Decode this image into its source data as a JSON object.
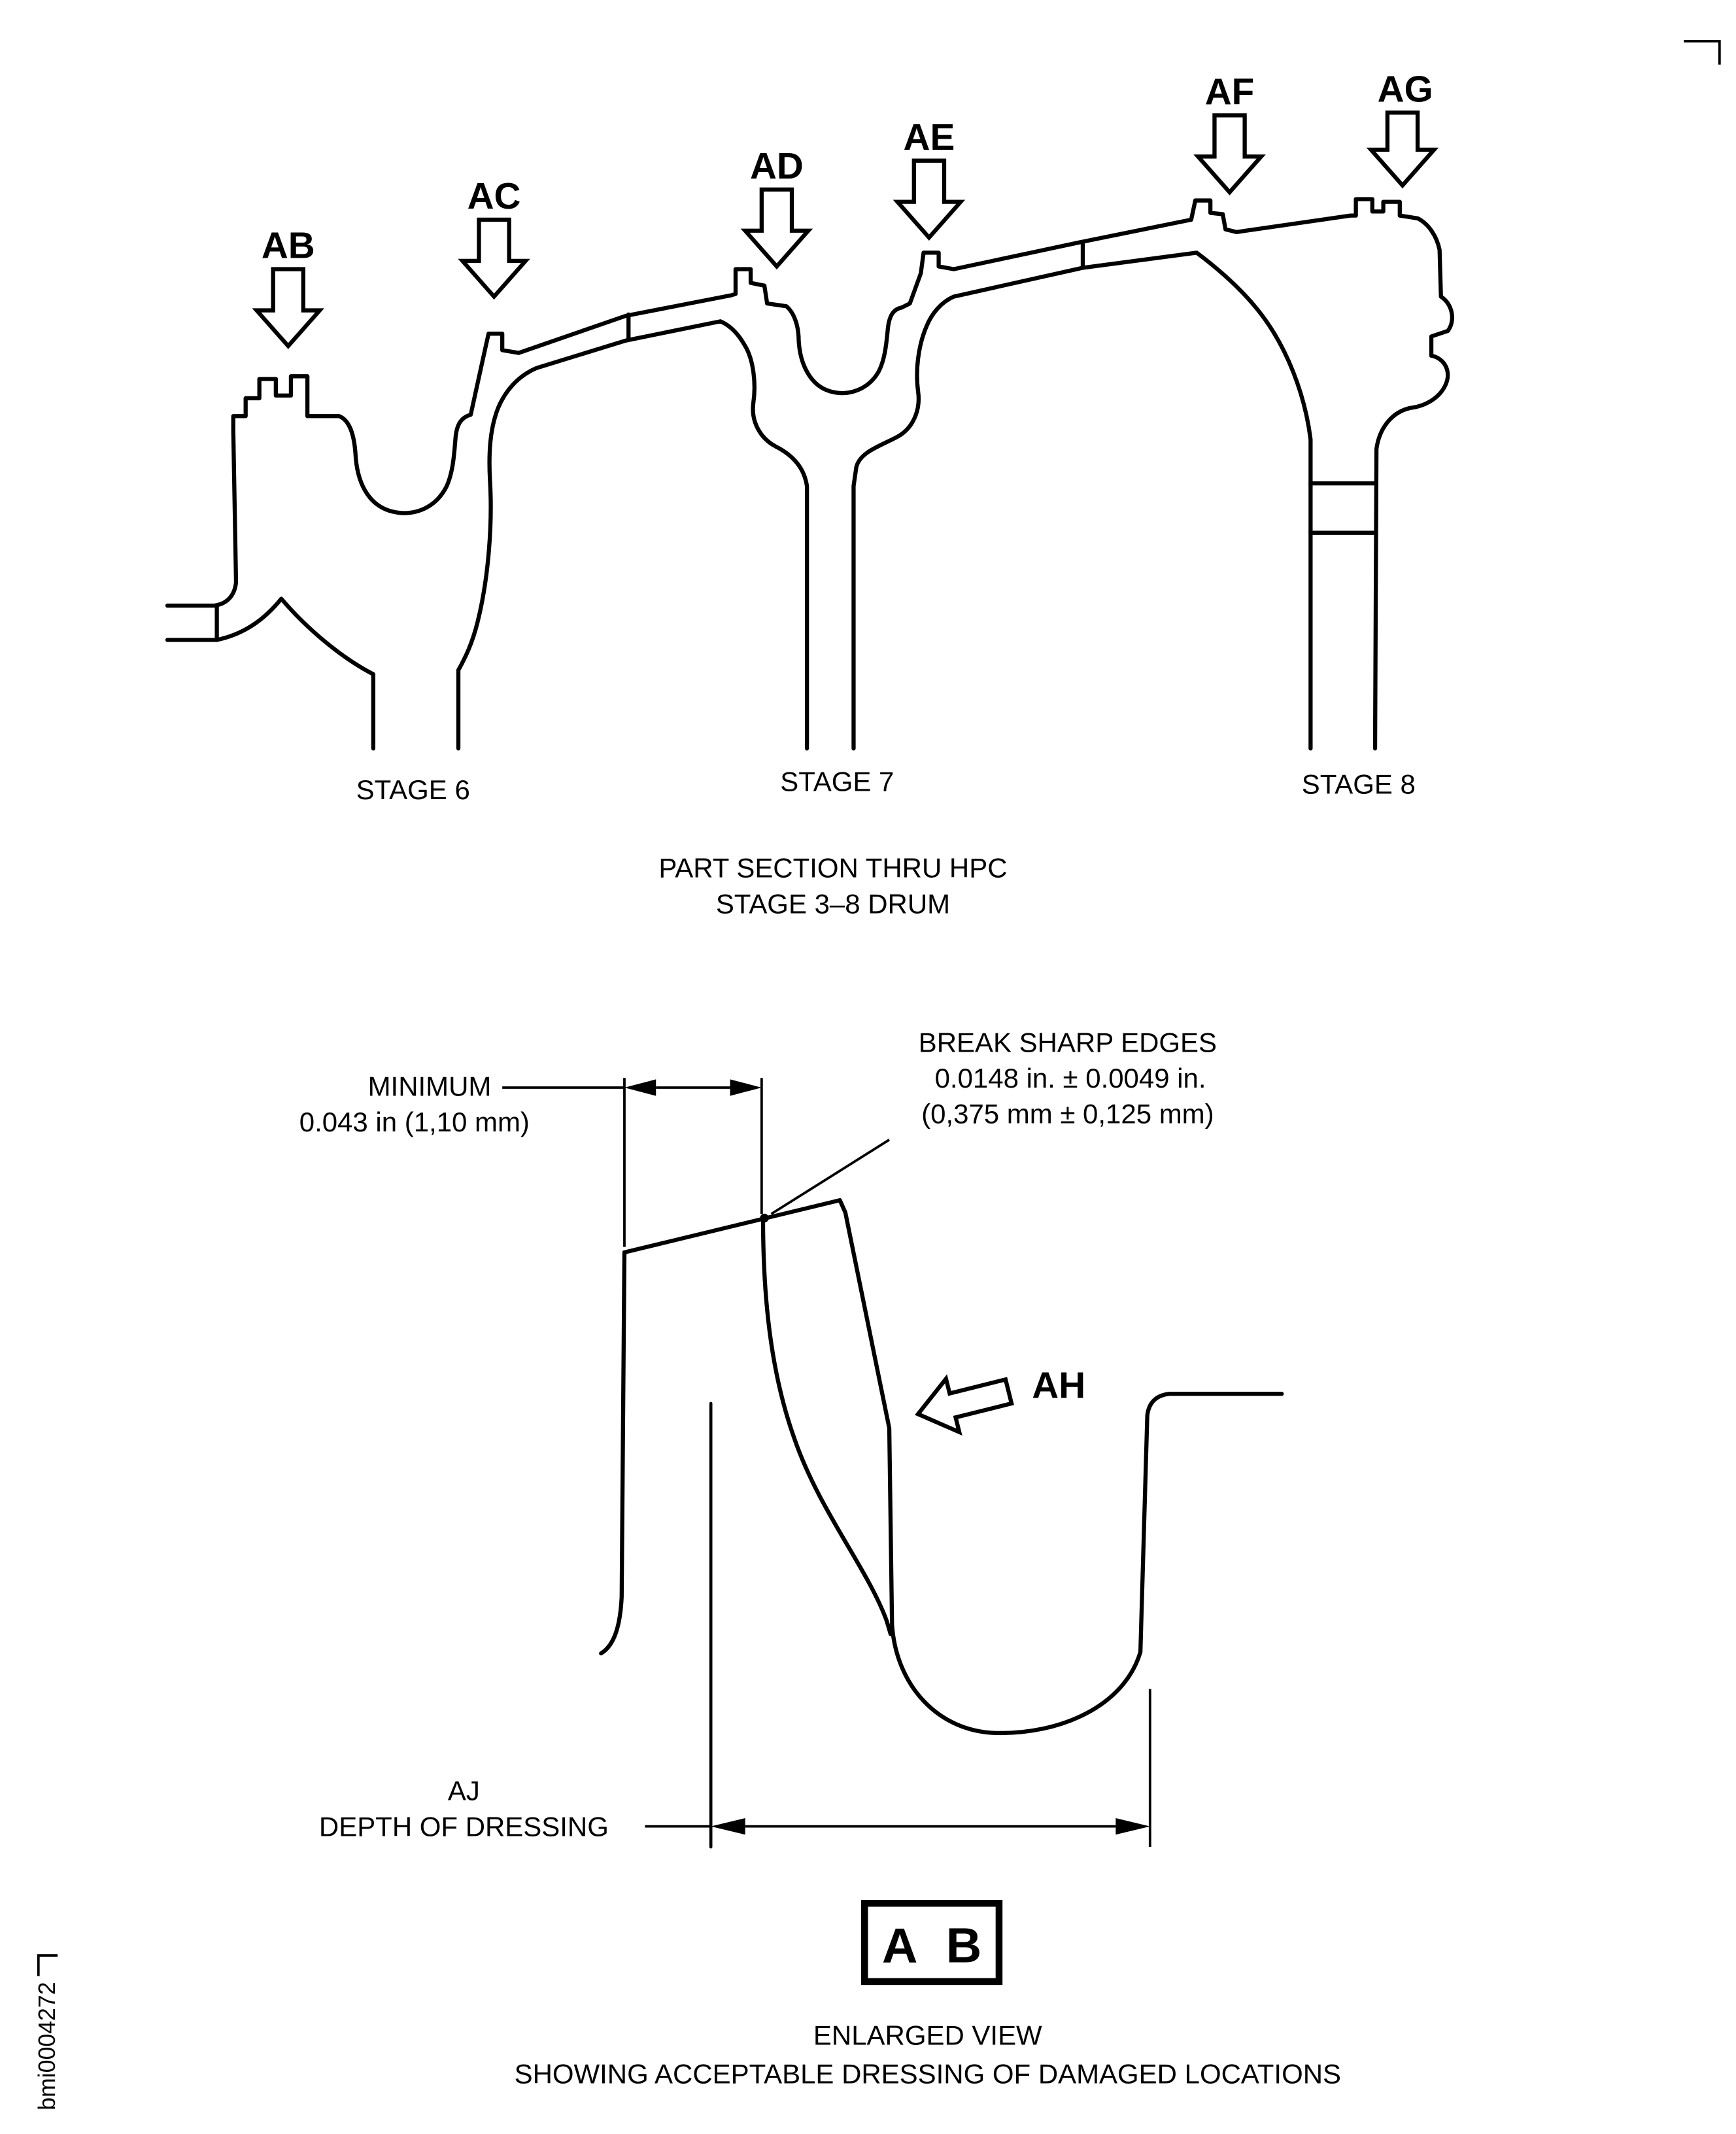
{
  "page": {
    "background": "#ffffff",
    "line_color": "#000000"
  },
  "top_view": {
    "arrow_labels": [
      "AB",
      "AC",
      "AD",
      "AE",
      "AF",
      "AG"
    ],
    "stages": [
      "STAGE 6",
      "STAGE 7",
      "STAGE 8"
    ],
    "caption": [
      "PART SECTION THRU HPC",
      "STAGE 3–8 DRUM"
    ]
  },
  "enlarged_view": {
    "minimum": [
      "MINIMUM",
      "0.043 in (1,10 mm)"
    ],
    "break_sharp_edges": [
      "BREAK SHARP EDGES",
      "0.0148 in. ± 0.0049 in.",
      "(0,375 mm ± 0,125 mm)"
    ],
    "location_arrow_label": "AH",
    "depth_of_dressing": [
      "AJ",
      "DEPTH OF DRESSING"
    ],
    "detail_callout": "A B",
    "caption": [
      "ENLARGED VIEW",
      "SHOWING ACCEPTABLE DRESSING OF DAMAGED LOCATIONS"
    ]
  },
  "figure_code": "bmi0004272"
}
